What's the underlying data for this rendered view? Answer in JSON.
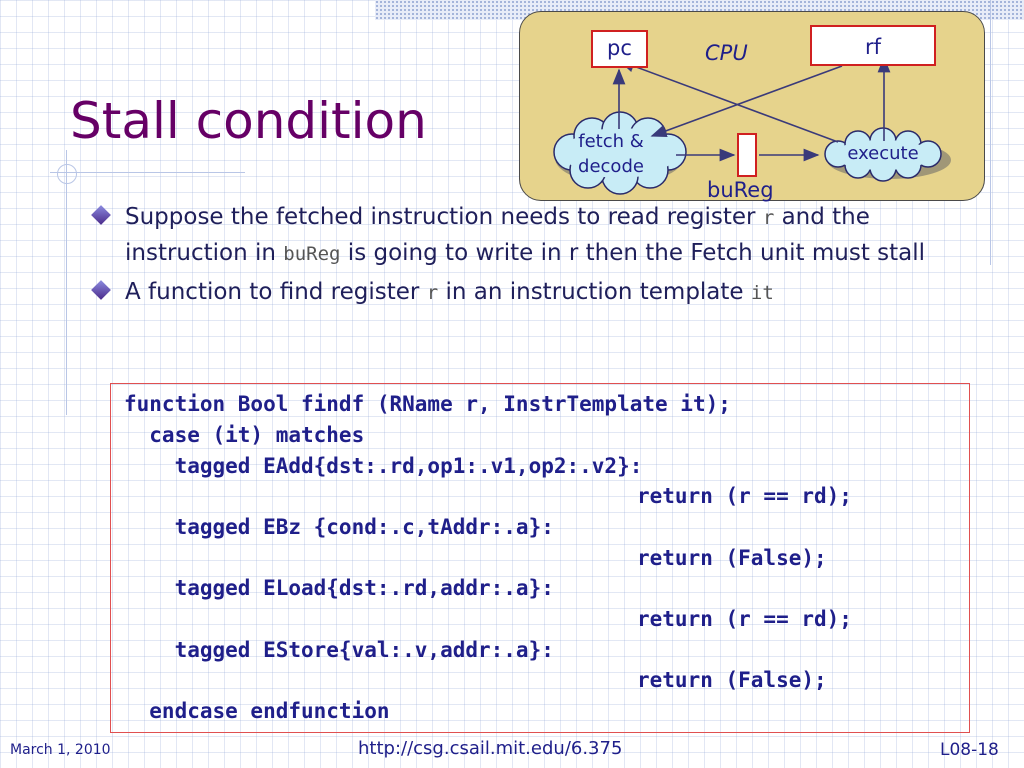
{
  "slide": {
    "title": "Stall condition"
  },
  "diagram": {
    "pc_label": "pc",
    "rf_label": "rf",
    "cpu_label": "CPU",
    "fetch_line1": "fetch &",
    "fetch_line2": "decode",
    "execute_label": "execute",
    "bureg_label": "buReg"
  },
  "bullets": {
    "b1": {
      "t1": "Suppose the fetched instruction needs to read register ",
      "c1": "r",
      "t2": " and the instruction in ",
      "c2": "buReg",
      "t3": " is going to write in r then the Fetch unit must stall"
    },
    "b2": {
      "t1": "A function to find register ",
      "c1": "r",
      "t2": " in an instruction template ",
      "c2": "it"
    }
  },
  "code": {
    "lines": [
      "function Bool findf (RName r, InstrTemplate it);",
      "  case (it) matches",
      "    tagged EAdd{dst:.rd,op1:.v1,op2:.v2}:",
      "return (r == rd);",
      "    tagged EBz {cond:.c,tAddr:.a}:",
      "return (False);",
      "    tagged ELoad{dst:.rd,addr:.a}:",
      "return (r == rd);",
      "    tagged EStore{val:.v,addr:.a}:",
      "return (False);",
      "  endcase endfunction"
    ]
  },
  "footer": {
    "date": "March 1, 2010",
    "url": "http://csg.csail.mit.edu/6.375",
    "slide_number": "L08-18"
  },
  "colors": {
    "title": "#660066",
    "text": "#1f1f8a",
    "register_border": "#d02020",
    "cpu_fill": "#e6d38c",
    "cloud_fill": "#c8ecf6"
  }
}
